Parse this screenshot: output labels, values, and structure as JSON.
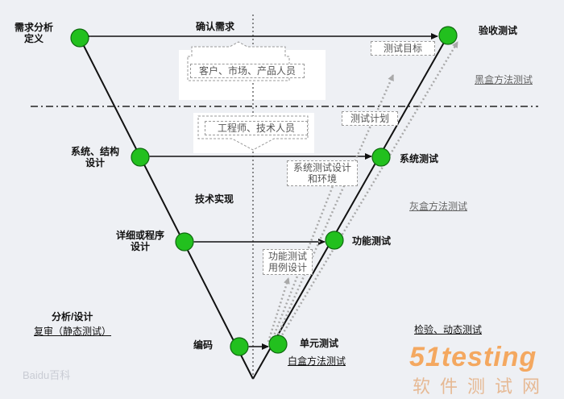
{
  "labels": {
    "req_analysis": "需求分析\n定义",
    "confirm_req": "确认需求",
    "acceptance_test": "验收测试",
    "system_design": "系统、结构\n设计",
    "system_test": "系统测试",
    "tech_impl": "技术实现",
    "detail_design": "详细或程序\n设计",
    "function_test": "功能测试",
    "analysis_design": "分析/设计",
    "review_static": "复审（静态测试）",
    "coding": "编码",
    "unit_test": "单元测试",
    "white_box": "白盒方法测试",
    "black_box": "黑盒方法测试",
    "gray_box": "灰盒方法测试",
    "inspect_dynamic": "检验、动态测试"
  },
  "boxes": {
    "customer": "客户、市场、产品人员",
    "engineer": "工程师、技术人员",
    "test_goal": "测试目标",
    "test_plan": "测试计划",
    "sys_test_design": "系统测试设计\n和环境",
    "func_test_design": "功能测试\n用例设计"
  },
  "watermark": {
    "logo": "51testing",
    "sub": "软件测试网",
    "baidu": "Baidu百科"
  },
  "colors": {
    "node_fill": "#22c01e",
    "node_stroke": "#0f6a10",
    "line": "#111111",
    "dotted_arrow": "#a9a9a9"
  }
}
